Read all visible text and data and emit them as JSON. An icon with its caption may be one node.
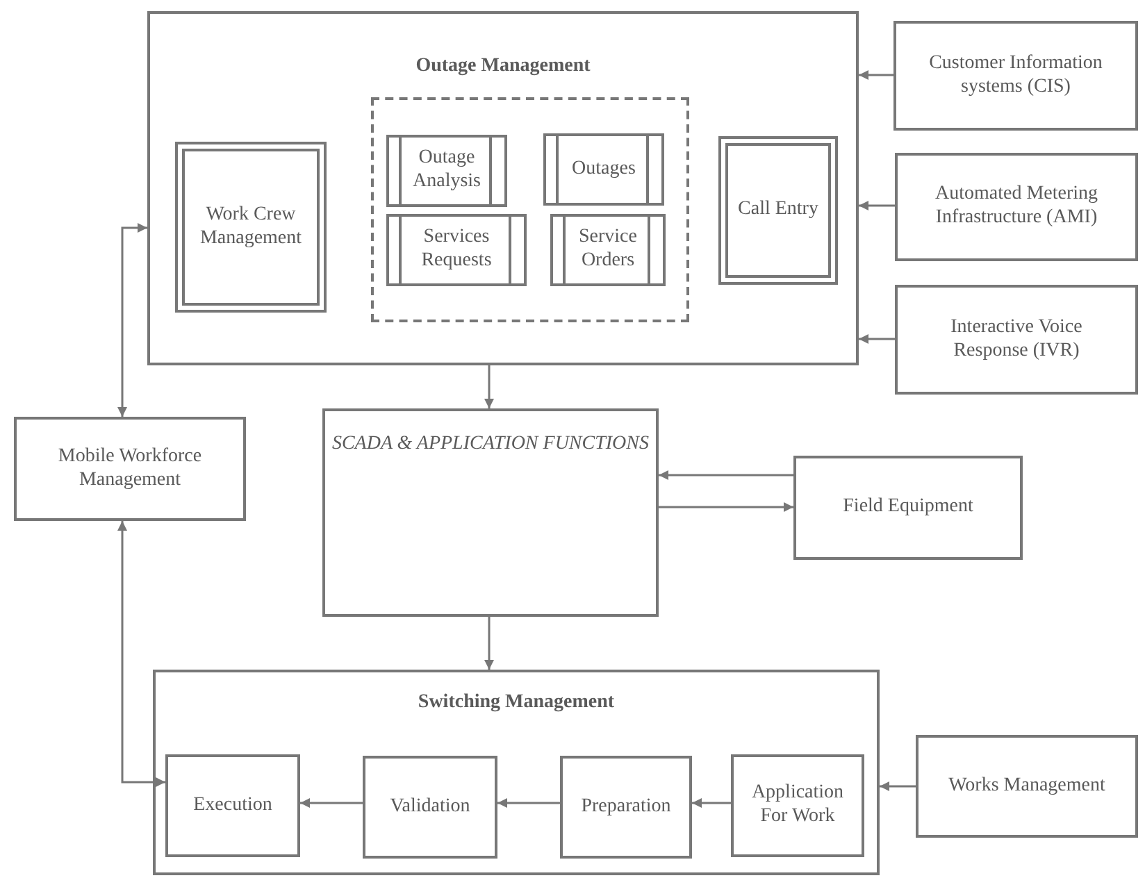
{
  "diagram": {
    "nodes": [
      {
        "text": [
          "Outage Management"
        ]
      },
      {
        "text": [],
        "shape": "box",
        "in": 0
      },
      {
        "text": [
          "Work Crew Management"
        ],
        "in": 0
      },
      {
        "text": [
          "Outage Analysis"
        ],
        "in": 1
      },
      {
        "text": [
          "Outages"
        ],
        "in": 1
      },
      {
        "text": [
          "Services Requests"
        ],
        "in": 1
      },
      {
        "text": [
          "Service Orders"
        ],
        "in": 1
      },
      {
        "text": [
          "Call Entry"
        ],
        "in": 0
      },
      {
        "text": [
          "Customer Information systems (CIS)"
        ]
      },
      {
        "text": [
          "Automated Metering Infrastructure (AMI)"
        ]
      },
      {
        "text": [
          "Interactive Voice Response (IVR)"
        ]
      },
      {
        "text": [
          "Mobile Workforce Management"
        ]
      },
      {
        "text": [
          "SCADA & APPLICATION FUNCTIONS"
        ]
      },
      {
        "text": [
          "Field Equipment"
        ]
      },
      {
        "text": [
          "Switching Management"
        ]
      },
      {
        "text": [
          "Execution"
        ],
        "in": 14
      },
      {
        "text": [
          "Validation"
        ],
        "in": 14
      },
      {
        "text": [
          "Preparation"
        ],
        "in": 14
      },
      {
        "text": [
          "Application For Work"
        ],
        "in": 14
      },
      {
        "text": [
          "Works Management"
        ]
      }
    ],
    "edges": [
      {
        "from": 8,
        "to": 0,
        "arrow": "to"
      },
      {
        "from": 9,
        "to": 0,
        "arrow": "to"
      },
      {
        "from": 10,
        "to": 0,
        "arrow": "to"
      },
      {
        "from": 11,
        "to": 0,
        "arrow": "both"
      },
      {
        "from": 0,
        "to": 12,
        "arrow": "to"
      },
      {
        "from": 13,
        "to": 12,
        "arrow": "to"
      },
      {
        "from": 12,
        "to": 13,
        "arrow": "to"
      },
      {
        "from": 11,
        "to": 15,
        "arrow": "both"
      },
      {
        "from": 12,
        "to": 14,
        "arrow": "to"
      },
      {
        "from": 19,
        "to": 14,
        "arrow": "to"
      },
      {
        "from": 18,
        "to": 17,
        "arrow": "to"
      },
      {
        "from": 17,
        "to": 16,
        "arrow": "to"
      },
      {
        "from": 16,
        "to": 15,
        "arrow": "to"
      }
    ]
  }
}
